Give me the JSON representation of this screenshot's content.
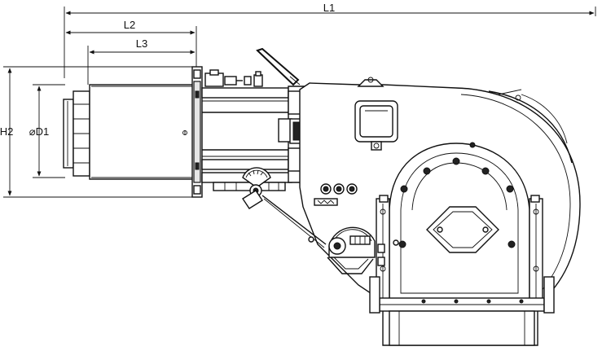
{
  "dimensions": {
    "L1": "L1",
    "L2": "L2",
    "L3": "L3",
    "H2": "H2",
    "D1": "⌀D1"
  }
}
